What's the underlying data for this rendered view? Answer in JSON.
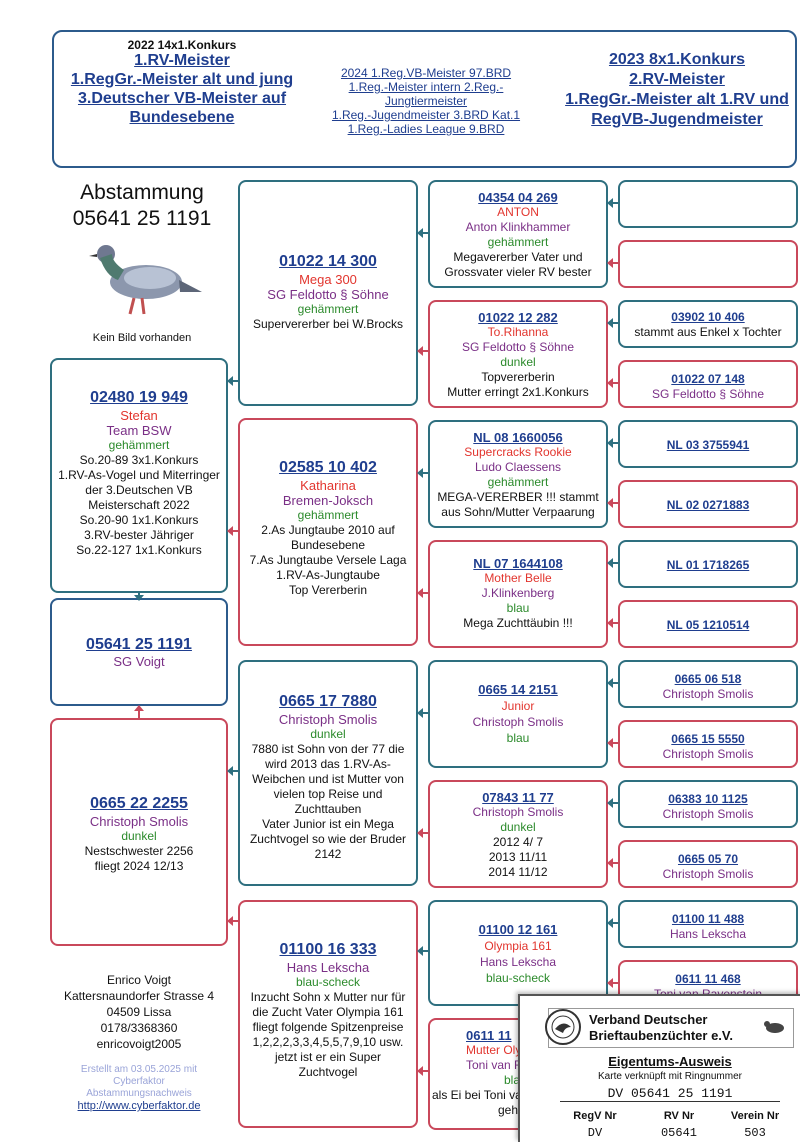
{
  "header": {
    "left": {
      "year_line": "2022  14x1.Konkurs",
      "lines": [
        "1.RV-Meister",
        "1.RegGr.-Meister alt und jung",
        "3.Deutscher VB-Meister auf Bundesebene"
      ]
    },
    "center": {
      "lines": [
        "2024 1.Reg.VB-Meister 97.BRD",
        "1.Reg.-Meister intern 2.Reg.-Jungtiermeister",
        "1.Reg.-Jugendmeister   3.BRD Kat.1",
        "1.Reg.-Ladies League   9.BRD"
      ]
    },
    "right": {
      "lines": [
        "2023  8x1.Konkurs",
        "2.RV-Meister",
        "1.RegGr.-Meister alt 1.RV und RegVB-Jugendmeister"
      ]
    }
  },
  "title": {
    "line1": "Abstammung",
    "line2": "05641 25 1191",
    "no_image": "Kein Bild vorhanden"
  },
  "subject": {
    "ring": "05641 25 1191",
    "owner": "SG Voigt"
  },
  "father": {
    "ring": "02480 19 949",
    "name": "Stefan",
    "owner": "Team BSW",
    "color": "gehämmert",
    "notes": [
      "So.20-89  3x1.Konkurs",
      "1.RV-As-Vogel und Miterringer der 3.Deutschen VB Meisterschaft 2022",
      "So.20-90   1x1.Konkurs",
      "3.RV-bester Jähriger",
      "So.22-127  1x1.Konkurs"
    ]
  },
  "mother": {
    "ring": "0665 22 2255",
    "owner": "Christoph Smolis",
    "color": "dunkel",
    "notes": [
      "Nestschwester 2256 fliegt 2024 12/13"
    ]
  },
  "ff": {
    "ring": "01022 14 300",
    "name": "Mega 300",
    "owner": "SG Feldotto § Söhne",
    "color": "gehämmert",
    "notes": [
      "Supervererber bei W.Brocks"
    ]
  },
  "fm": {
    "ring": "02585 10 402",
    "name": "Katharina",
    "owner": "Bremen-Joksch",
    "color": "gehämmert",
    "notes": [
      "2.As Jungtaube 2010 auf Bundesebene",
      "7.As Jungtaube Versele Laga",
      "1.RV-As-Jungtaube",
      "Top Vererberin"
    ]
  },
  "mf": {
    "ring": "0665 17 7880",
    "owner": "Christoph Smolis",
    "color": "dunkel",
    "notes": [
      "7880 ist Sohn von der 77 die wird 2013 das 1.RV-As-Weibchen und ist Mutter von vielen top Reise und Zuchttauben",
      "Vater Junior ist ein Mega Zuchtvogel so wie der Bruder 2142"
    ]
  },
  "mm": {
    "ring": "01100 16 333",
    "owner": "Hans Lekscha",
    "color": "blau-scheck",
    "notes": [
      "Inzucht Sohn x Mutter nur für die Zucht Vater Olympia 161 fliegt folgende Spitzenpreise 1,2,2,2,3,3,4,5,5,7,9,10 usw. jetzt ist er ein Super Zuchtvogel"
    ]
  },
  "fff": {
    "ring": "04354 04 269",
    "name": "ANTON",
    "owner": "Anton Klinkhammer",
    "color": "gehämmert",
    "notes": [
      "Megavererber Vater und Grossvater vieler RV bester"
    ]
  },
  "ffm": {
    "ring": "01022 12 282",
    "name": "To.Rihanna",
    "owner": "SG Feldotto § Söhne",
    "color": "dunkel",
    "notes": [
      "Topvererberin",
      "Mutter erringt 2x1.Konkurs"
    ]
  },
  "fmf": {
    "ring": "NL 08 1660056",
    "name": "Supercracks Rookie",
    "owner": "Ludo Claessens",
    "color": "gehämmert",
    "notes": [
      "MEGA-VERERBER !!! stammt aus Sohn/Mutter Verpaarung"
    ]
  },
  "fmm": {
    "ring": "NL 07 1644108",
    "name": "Mother Belle",
    "owner": "J.Klinkenberg",
    "color": "blau",
    "notes": [
      "Mega Zuchttäubin !!!"
    ]
  },
  "mff": {
    "ring": "0665 14 2151",
    "name": "Junior",
    "owner": "Christoph Smolis",
    "color": "blau"
  },
  "mfm": {
    "ring": "07843 11 77",
    "owner": "Christoph Smolis",
    "color": "dunkel",
    "notes": [
      "2012  4/  7",
      "2013 11/11",
      "2014 11/12"
    ]
  },
  "mmf": {
    "ring": "01100 12 161",
    "name": "Olympia 161",
    "owner": "Hans Lekscha",
    "color": "blau-scheck"
  },
  "mmm": {
    "ring": "0611 11",
    "name": "Mutter Olym",
    "owner": "Toni van Ra",
    "color": "blau",
    "notes": [
      "als Ei bei Toni va",
      "geho"
    ]
  },
  "g4": {
    "ffmf": {
      "ring": "03902 10 406",
      "note": "stammt aus Enkel x Tochter"
    },
    "ffmm": {
      "ring": "01022 07 148",
      "owner": "SG Feldotto § Söhne"
    },
    "fmff": {
      "ring": "NL 03 3755941"
    },
    "fmfm": {
      "ring": "NL 02 0271883"
    },
    "fmmf": {
      "ring": "NL 01 1718265"
    },
    "fmmm": {
      "ring": "NL 05 1210514"
    },
    "mfff": {
      "ring": "0665 06 518",
      "owner": "Christoph Smolis"
    },
    "mffm": {
      "ring": "0665 15 5550",
      "owner": "Christoph Smolis"
    },
    "mfmf": {
      "ring": "06383 10 1125",
      "owner": "Christoph Smolis"
    },
    "mfmm": {
      "ring": "0665 05 70",
      "owner": "Christoph Smolis"
    },
    "mmff": {
      "ring": "01100 11 488",
      "owner": "Hans Lekscha"
    },
    "mmfm": {
      "ring": "0611 11 468",
      "owner": "Toni van Ravenstein"
    }
  },
  "breeder": {
    "lines": [
      "Enrico Voigt",
      "Kattersnaundorfer Strasse 4",
      "04509 Lissa",
      "0178/3368360",
      "enricovoigt2005"
    ]
  },
  "footer": {
    "created": "Erstellt am 03.05.2025 mit",
    "tool": "Cyberfaktor",
    "tool2": "Abstammungsnachweis",
    "url": "http://www.cyberfaktor.de"
  },
  "card": {
    "org1": "Verband Deutscher",
    "org2": "Brieftaubenzüchter e.V.",
    "title": "Eigentums-Ausweis",
    "subtitle": "Karte verknüpft mit Ringnummer",
    "ring": "DV 05641 25 1191",
    "headers": [
      "RegV Nr",
      "RV Nr",
      "Verein Nr"
    ],
    "values": [
      "DV",
      "05641",
      "503"
    ]
  }
}
